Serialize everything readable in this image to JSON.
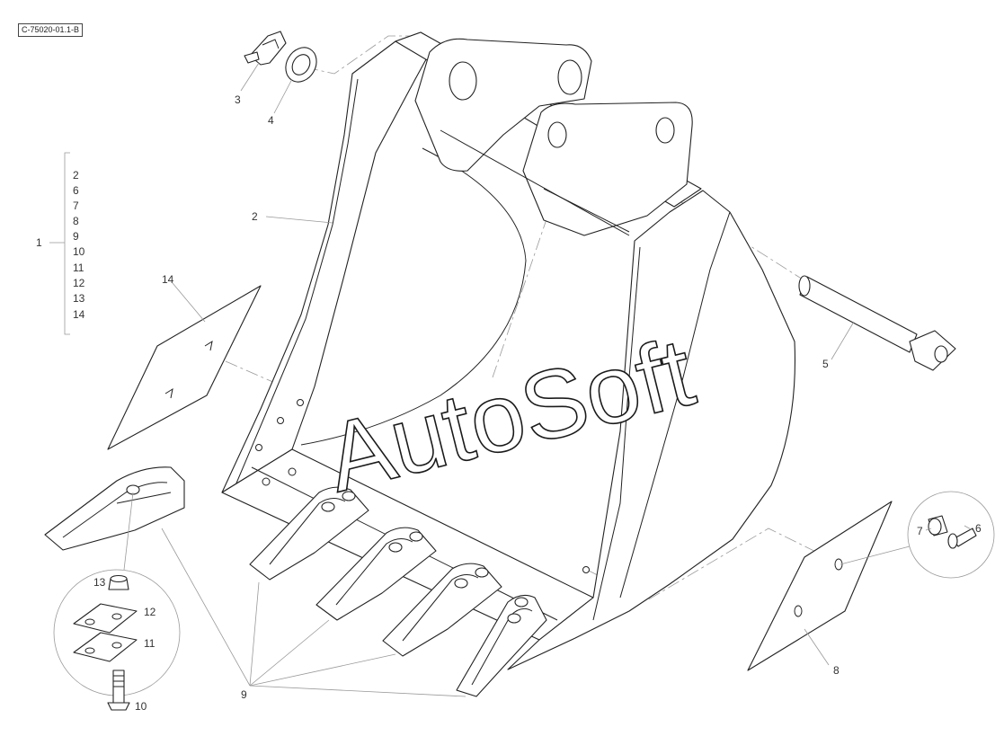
{
  "drawing": {
    "reference": "C-75020-01.1-B",
    "watermark": "AutoSoft"
  },
  "assembly": {
    "main_label": "1",
    "components": [
      "2",
      "6",
      "7",
      "8",
      "9",
      "10",
      "11",
      "12",
      "13",
      "14"
    ]
  },
  "callouts": {
    "c2": "2",
    "c3": "3",
    "c4": "4",
    "c5": "5",
    "c6": "6",
    "c7": "7",
    "c8": "8",
    "c9": "9",
    "c10": "10",
    "c11": "11",
    "c12": "12",
    "c13": "13",
    "c14": "14"
  }
}
